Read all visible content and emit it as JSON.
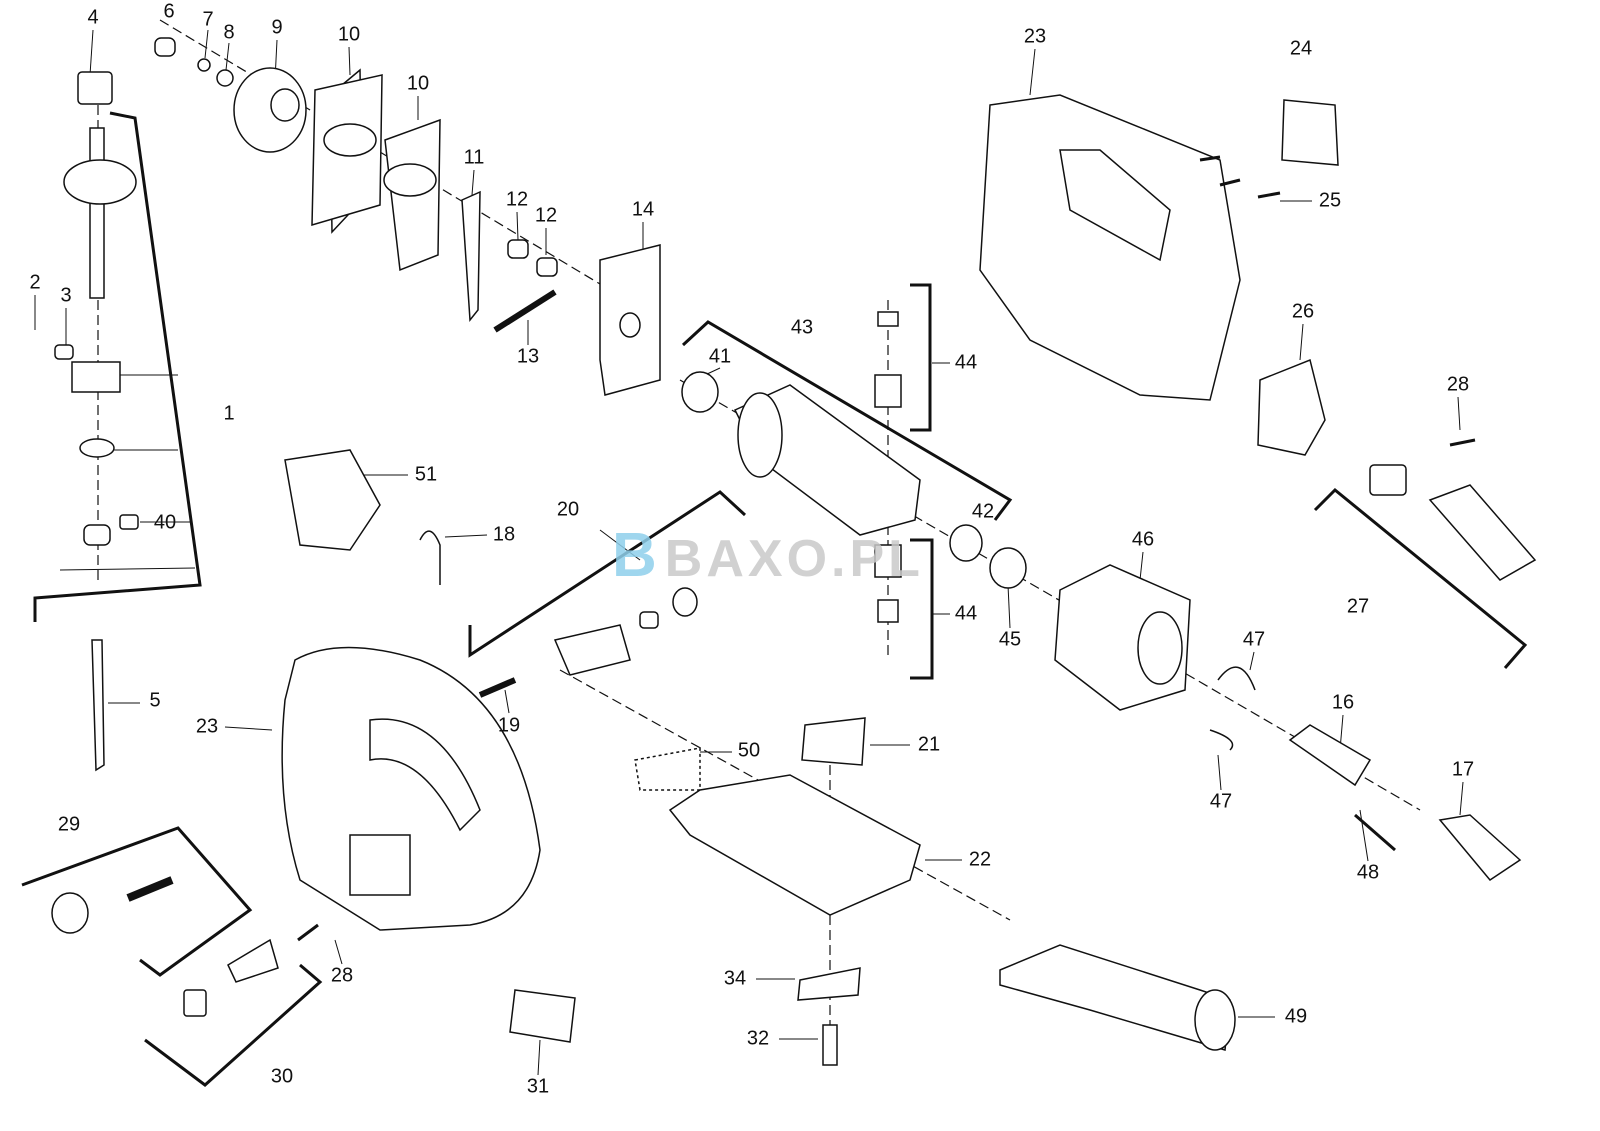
{
  "watermark": {
    "logo_letter": "B",
    "text": "BAXO.PL"
  },
  "part_labels": [
    "4",
    "6",
    "7",
    "8",
    "9",
    "10",
    "10",
    "11",
    "12",
    "12",
    "14",
    "13",
    "2",
    "3",
    "1",
    "40",
    "5",
    "51",
    "18",
    "20",
    "19",
    "41",
    "43",
    "44",
    "42",
    "44",
    "45",
    "23",
    "24",
    "25",
    "26",
    "28",
    "27",
    "46",
    "47",
    "47",
    "16",
    "17",
    "48",
    "23",
    "21",
    "50",
    "22",
    "29",
    "28",
    "30",
    "31",
    "34",
    "32",
    "49"
  ],
  "colors": {
    "line": "#111111",
    "watermark_gray": "#c9c9c9",
    "watermark_blue": "#8fd0ec"
  }
}
